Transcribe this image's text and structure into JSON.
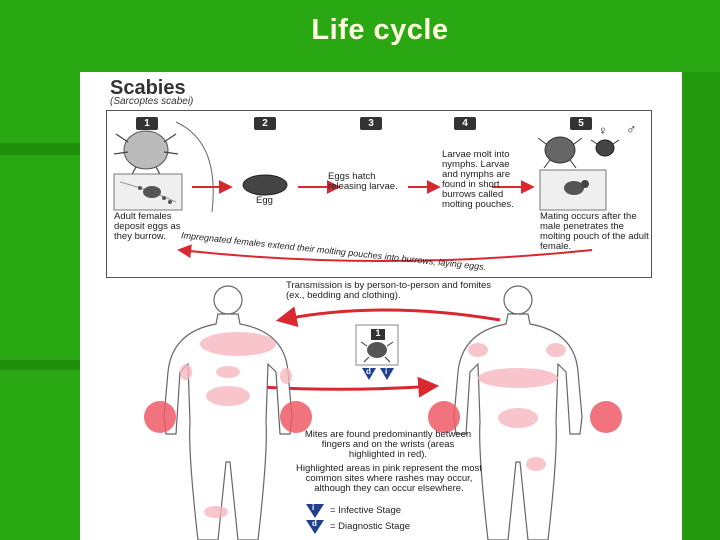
{
  "title": "Life cycle",
  "diagram": {
    "heading": "Scabies",
    "subheading": "(Sarcoptes scabei)",
    "steps": [
      {
        "number": "1",
        "caption": "Adult females deposit eggs as they burrow."
      },
      {
        "number": "2",
        "caption": "Egg"
      },
      {
        "number": "3",
        "caption": "Eggs hatch releasing larvae."
      },
      {
        "number": "4",
        "caption": "Larvae molt into nymphs. Larvae and nymphs are found in short burrows called molting pouches."
      },
      {
        "number": "5",
        "caption": "Mating occurs after the male penetrates the molting pouch of the adult female."
      }
    ],
    "sex_symbols": {
      "female": "♀",
      "male": "♂"
    },
    "return_arrow_text": "Impregnated females extend their molting pouches into burrows, laying eggs.",
    "transmission_text": "Transmission is by person-to-person and fomites (ex., bedding and clothing).",
    "center_stage_number": "1",
    "stage_badges": {
      "diagnostic": "d",
      "infective": "i"
    },
    "mites_text": "Mites are found predominantly between fingers and on the wrists (areas highlighted in red).",
    "pink_text": "Highlighted areas in pink represent the most common sites where rashes may occur, although they can occur elsewhere.",
    "legend": [
      {
        "badge": "i",
        "label": "= Infective Stage"
      },
      {
        "badge": "d",
        "label": "= Diagnostic Stage"
      }
    ]
  },
  "colors": {
    "background": "#2aa814",
    "title": "#fffce0",
    "arrow": "#d9282f",
    "badge": "#1f3f8f",
    "pink": "#f6b7c0",
    "red": "#ef5a66"
  }
}
